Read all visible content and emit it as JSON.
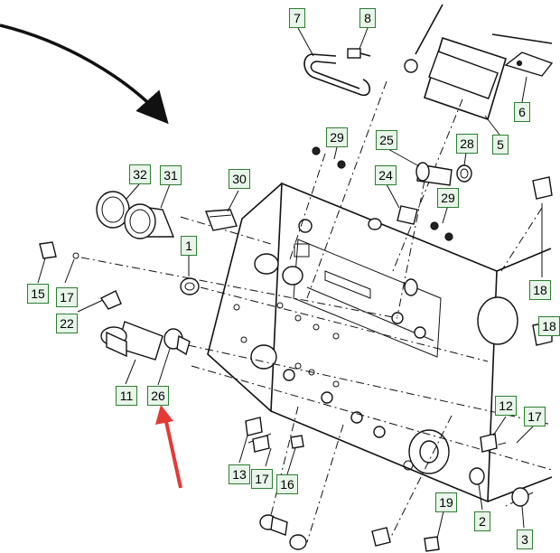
{
  "callouts": {
    "c1": "1",
    "c2": "2",
    "c3": "3",
    "c5": "5",
    "c6": "6",
    "c7": "7",
    "c8": "8",
    "c11": "11",
    "c12": "12",
    "c13": "13",
    "c15": "15",
    "c16": "16",
    "c17a": "17",
    "c17b": "17",
    "c17c": "17",
    "c18a": "18",
    "c18b": "18",
    "c19": "19",
    "c22": "22",
    "c24": "24",
    "c25": "25",
    "c26": "26",
    "c28": "28",
    "c29a": "29",
    "c29b": "29",
    "c30": "30",
    "c31": "31",
    "c32": "32"
  },
  "colors": {
    "callout_border": "#2e7d32",
    "callout_fill": "#e8f5e9",
    "highlight_arrow": "#e53935",
    "line": "#111111"
  }
}
